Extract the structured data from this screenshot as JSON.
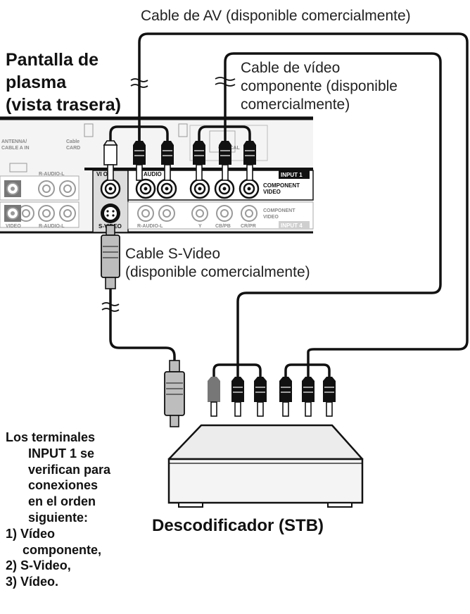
{
  "labels": {
    "av_cable": "Cable de AV (disponible comercialmente)",
    "panel_title": [
      "Pantalla de",
      "plasma",
      "(vista trasera)"
    ],
    "component_cable": [
      "Cable de vídeo",
      "componente (disponible",
      "comercialmente)"
    ],
    "svideo_cable": [
      "Cable S-Video",
      "(disponible comercialmente)"
    ],
    "stb": "Descodificador (STB)"
  },
  "panel_text": {
    "antenna": [
      "ANTENNA/",
      "CABLE A IN"
    ],
    "cable_card": [
      "Cable",
      "CARD"
    ],
    "r_audio_l": "R-AUDIO-L",
    "video": "VIDEO",
    "video_top": "VI  O",
    "audio_top": "AUDIO",
    "input1": "INPUT 1",
    "component_video": [
      "COMPONENT",
      "VIDEO"
    ],
    "s_video": "S-VIDEO",
    "y": "Y",
    "cb_pb": "CB/PB",
    "cr_pr": "CR/PR",
    "input4": "INPUT 4",
    "optical": "OPTICAL"
  },
  "note": {
    "intro": [
      "Los terminales",
      "INPUT 1 se",
      "verifican para",
      "conexiones",
      "en el orden",
      "siguiente:"
    ],
    "items": [
      [
        "1) Vídeo",
        "componente,"
      ],
      [
        "2) S-Video,"
      ],
      [
        "3) Vídeo."
      ]
    ]
  },
  "colors": {
    "line": "#111111",
    "panel_fill": "#f2f2f2",
    "plug_gray": "#bdbdbd",
    "stb_fill": "#ececec",
    "badge": "#111111",
    "input4_badge": "#cfcfcf"
  }
}
